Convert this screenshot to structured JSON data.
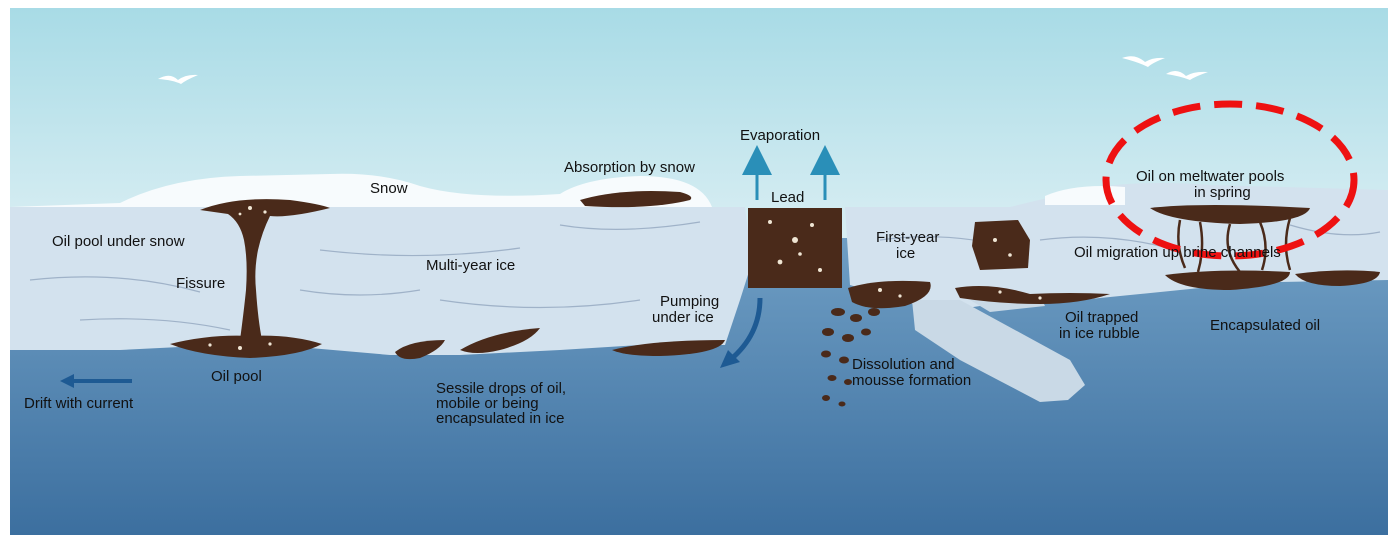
{
  "labels": {
    "snow": "Snow",
    "absorption_by_snow": "Absorption by snow",
    "evaporation": "Evaporation",
    "lead": "Lead",
    "oil_pool_under_snow": "Oil pool under snow",
    "fissure": "Fissure",
    "multi_year_ice": "Multi-year ice",
    "first_year_ice_line1": "First-year",
    "first_year_ice_line2": "ice",
    "pumping_under_ice_line1": "Pumping",
    "pumping_under_ice_line2": "under ice",
    "oil_pool": "Oil pool",
    "drift_with_current": "Drift with current",
    "sessile_line1": "Sessile drops of oil,",
    "sessile_line2": "mobile or being",
    "sessile_line3": "encapsulated in ice",
    "dissolution_line1": "Dissolution and",
    "dissolution_line2": "mousse formation",
    "oil_trapped_line1": "Oil trapped",
    "oil_trapped_line2": "in ice rubble",
    "oil_meltwater_line1": "Oil on meltwater pools",
    "oil_meltwater_line2": "in spring",
    "oil_migration": "Oil migration up brine channels",
    "encapsulated_oil": "Encapsulated oil"
  },
  "colors": {
    "sky_top": "#a8dbe6",
    "sky_bottom": "#d9eef3",
    "sea_top": "#6f9ec4",
    "sea_bottom": "#3c6f9f",
    "ice": "#d3e2ee",
    "snow": "#f7fbfd",
    "oil": "#4a2a1a",
    "arrow_evaporation": "#2a8fb8",
    "arrow_current": "#1e5a93",
    "highlight": "#ee1111"
  }
}
